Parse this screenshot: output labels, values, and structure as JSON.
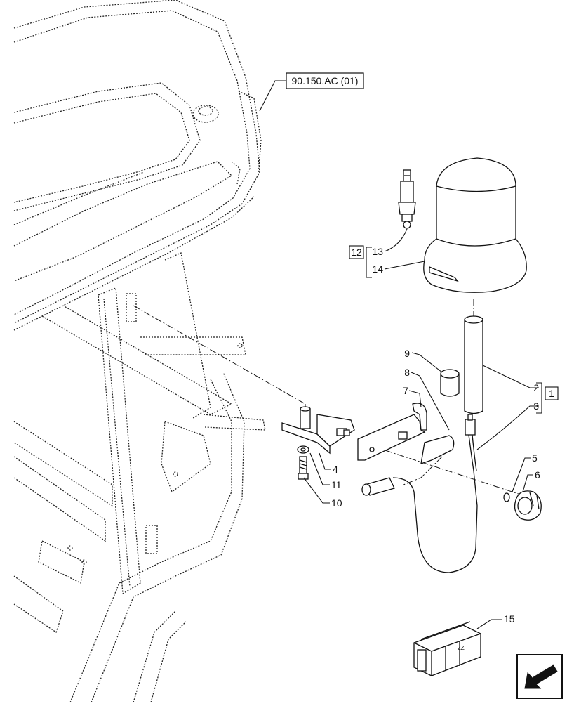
{
  "reference_box": "90.150.AC (01)",
  "callouts": {
    "c1": "1",
    "c2": "2",
    "c3": "3",
    "c4": "4",
    "c5": "5",
    "c6": "6",
    "c7": "7",
    "c8": "8",
    "c9": "9",
    "c10": "10",
    "c11": "11",
    "c12": "12",
    "c13": "13",
    "c14": "14",
    "c15": "15"
  },
  "nav_icon": "arrow-down-left-icon"
}
